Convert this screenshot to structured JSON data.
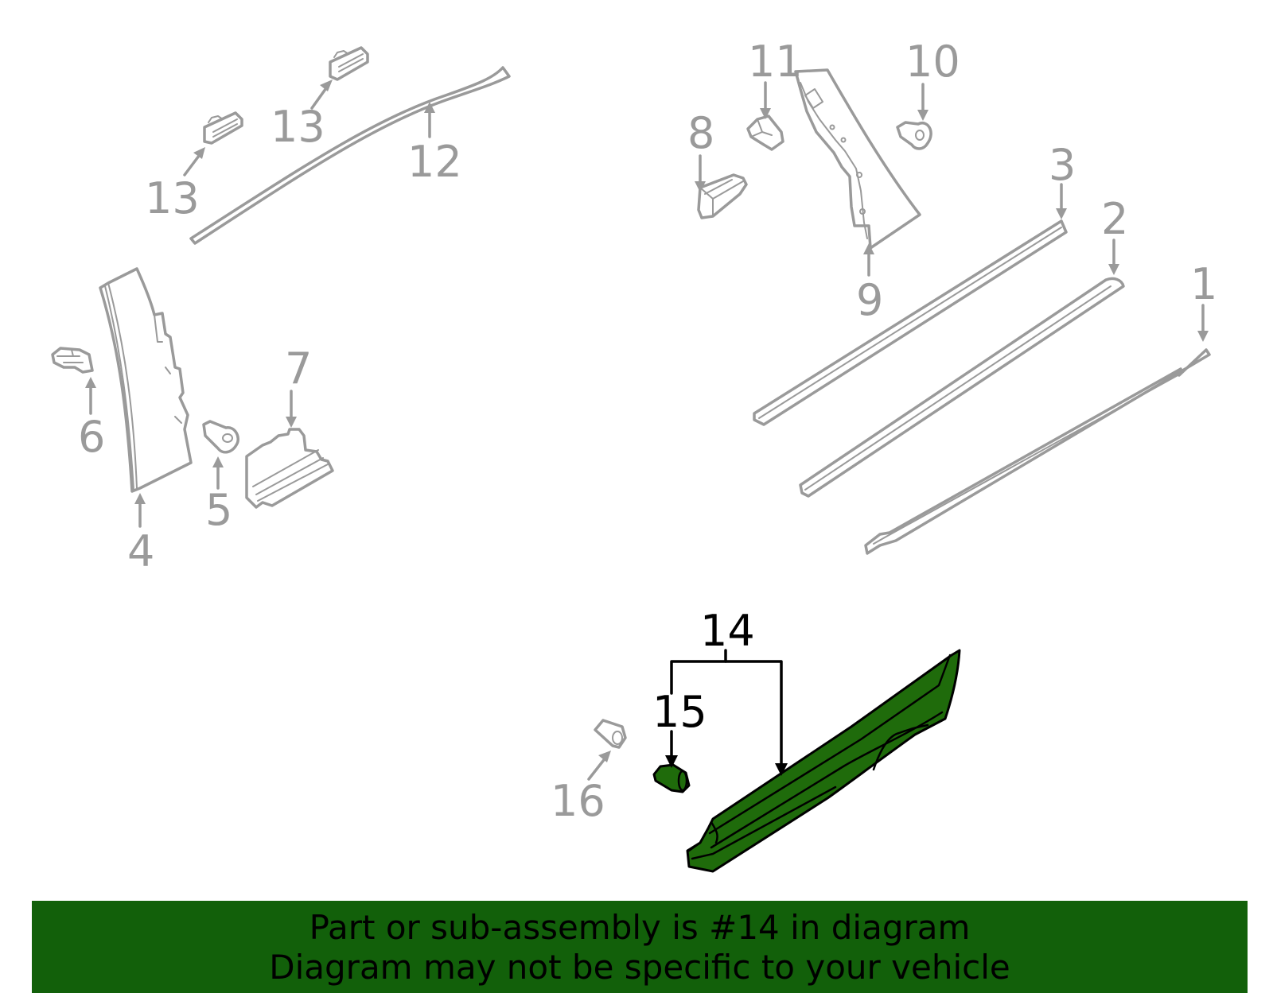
{
  "callouts": {
    "n1": "1",
    "n2": "2",
    "n3": "3",
    "n4": "4",
    "n5": "5",
    "n6": "6",
    "n7": "7",
    "n8": "8",
    "n9": "9",
    "n10": "10",
    "n11": "11",
    "n12": "12",
    "n13a": "13",
    "n13b": "13",
    "n14": "14",
    "n15": "15",
    "n16": "16"
  },
  "highlight": {
    "part_number": "14",
    "color": "#1f6b0b",
    "banner_color": "#12600a"
  },
  "banner": {
    "line1": "Part or sub-assembly is #14 in diagram",
    "line2": "Diagram may not be specific to your vehicle"
  }
}
